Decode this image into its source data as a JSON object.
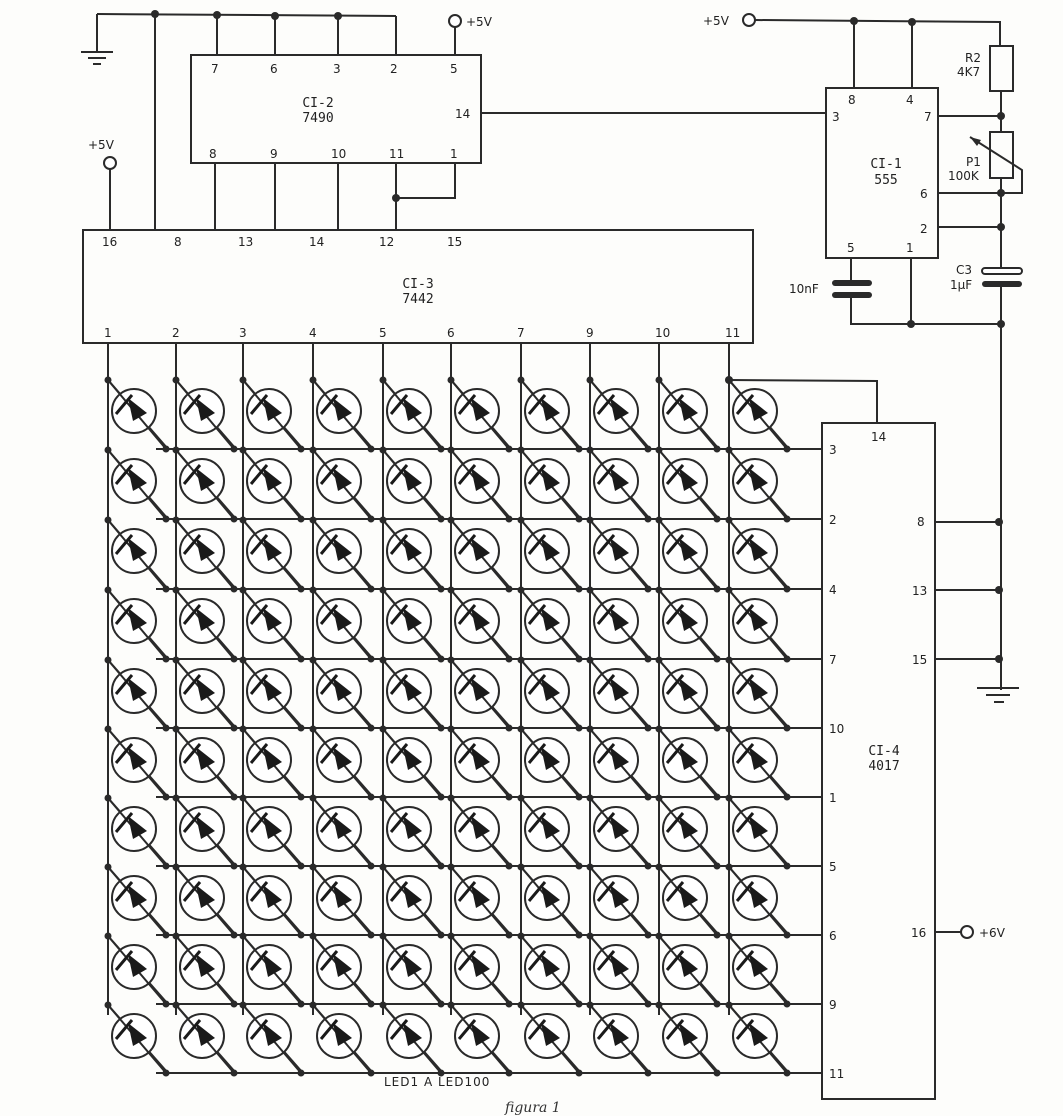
{
  "supplies": {
    "top_left": "+5V",
    "ci2_pin5": "+5V",
    "ci1_supply": "+5V",
    "ci4_pin16": "+6V"
  },
  "ci2": {
    "name": "CI-2",
    "part": "7490",
    "top_pins": [
      "7",
      "6",
      "3",
      "2",
      "5"
    ],
    "bottom_pins": [
      "8",
      "9",
      "10",
      "11",
      "1"
    ],
    "right_pin": "14"
  },
  "ci1": {
    "name": "CI-1",
    "part": "555",
    "top_pins": [
      "8",
      "4"
    ],
    "left_pin": "3",
    "right_pins": [
      "7",
      "6",
      "2"
    ],
    "bottom_pins": [
      "5",
      "1"
    ]
  },
  "components": {
    "r2": {
      "ref": "R2",
      "value": "4K7"
    },
    "p1": {
      "ref": "P1",
      "value": "100K"
    },
    "c3": {
      "ref": "C3",
      "value": "1µF"
    },
    "c_ctrl": {
      "value": "10nF"
    }
  },
  "ci3": {
    "name": "CI-3",
    "part": "7442",
    "top_pins": [
      "16",
      "8",
      "13",
      "14",
      "12",
      "15"
    ],
    "bottom_pins": [
      "1",
      "2",
      "3",
      "4",
      "5",
      "6",
      "7",
      "9",
      "10",
      "11"
    ]
  },
  "ci4": {
    "name": "CI-4",
    "part": "4017",
    "top_pin": "14",
    "left_pins": [
      "3",
      "2",
      "4",
      "7",
      "10",
      "1",
      "5",
      "6",
      "9",
      "11"
    ],
    "right_pins": [
      "8",
      "13",
      "15"
    ],
    "supply_pin": "16"
  },
  "led_matrix": {
    "rows": 10,
    "cols": 10,
    "label": "LED1 A LED100"
  },
  "caption": "figura 1"
}
